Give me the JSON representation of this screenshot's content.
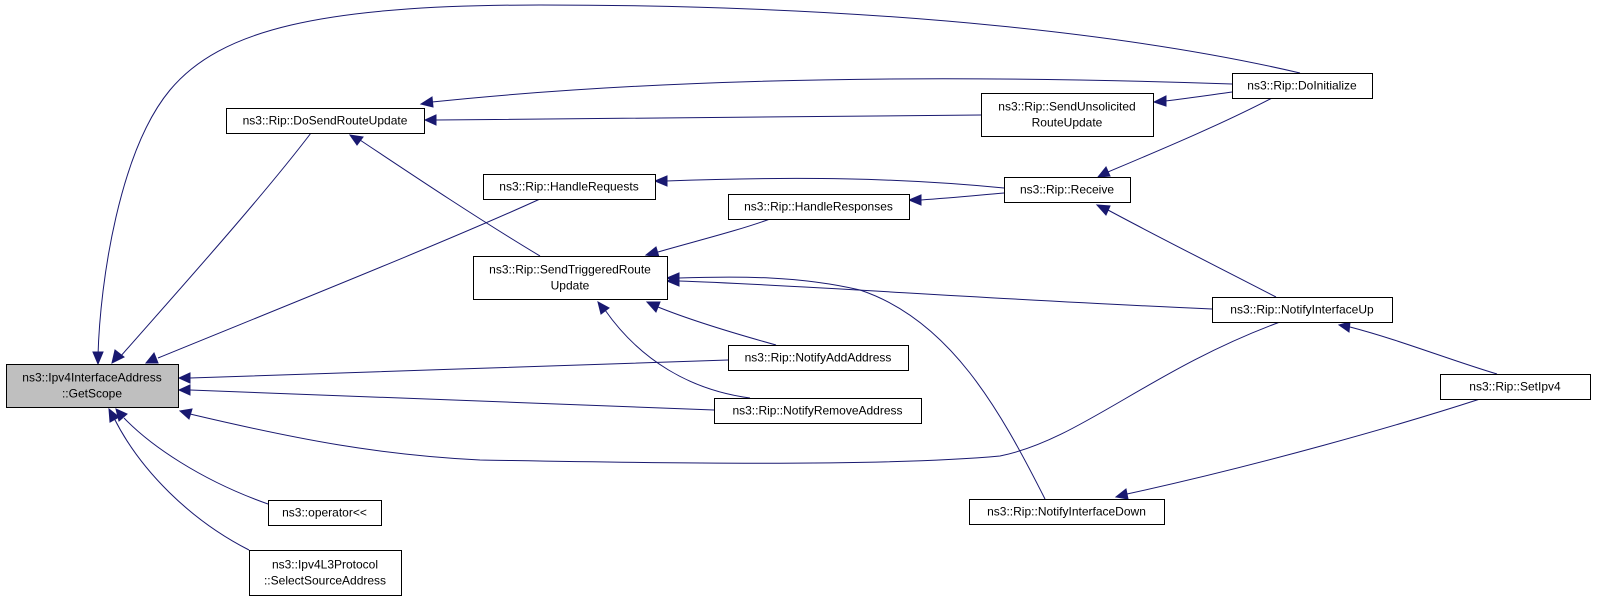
{
  "graph": {
    "colors": {
      "edge": "#191970",
      "focus_fill": "#bfbfbf",
      "node_fill": "#ffffff"
    },
    "nodes": [
      {
        "id": "getscope",
        "lines": [
          "ns3::Ipv4InterfaceAddress",
          "::GetScope"
        ],
        "focus": true
      },
      {
        "id": "dosend",
        "lines": [
          "ns3::Rip::DoSendRouteUpdate"
        ]
      },
      {
        "id": "handlereq",
        "lines": [
          "ns3::Rip::HandleRequests"
        ]
      },
      {
        "id": "sendtrig",
        "lines": [
          "ns3::Rip::SendTriggeredRoute",
          "Update"
        ]
      },
      {
        "id": "handleresp",
        "lines": [
          "ns3::Rip::HandleResponses"
        ]
      },
      {
        "id": "notifyadd",
        "lines": [
          "ns3::Rip::NotifyAddAddress"
        ]
      },
      {
        "id": "notifyremove",
        "lines": [
          "ns3::Rip::NotifyRemoveAddress"
        ]
      },
      {
        "id": "opshift",
        "lines": [
          "ns3::operator<<"
        ]
      },
      {
        "id": "selectsrc",
        "lines": [
          "ns3::Ipv4L3Protocol",
          "::SelectSourceAddress"
        ]
      },
      {
        "id": "sendunsol",
        "lines": [
          "ns3::Rip::SendUnsolicited",
          "RouteUpdate"
        ]
      },
      {
        "id": "receive",
        "lines": [
          "ns3::Rip::Receive"
        ]
      },
      {
        "id": "doinit",
        "lines": [
          "ns3::Rip::DoInitialize"
        ]
      },
      {
        "id": "ifup",
        "lines": [
          "ns3::Rip::NotifyInterfaceUp"
        ]
      },
      {
        "id": "ifdown",
        "lines": [
          "ns3::Rip::NotifyInterfaceDown"
        ]
      },
      {
        "id": "setipv4",
        "lines": [
          "ns3::Rip::SetIpv4"
        ]
      }
    ],
    "edges": [
      {
        "caller": "doinit",
        "callee": "getscope"
      },
      {
        "caller": "dosend",
        "callee": "getscope"
      },
      {
        "caller": "handlereq",
        "callee": "getscope"
      },
      {
        "caller": "notifyadd",
        "callee": "getscope"
      },
      {
        "caller": "notifyremove",
        "callee": "getscope"
      },
      {
        "caller": "ifup",
        "callee": "getscope"
      },
      {
        "caller": "opshift",
        "callee": "getscope"
      },
      {
        "caller": "selectsrc",
        "callee": "getscope"
      },
      {
        "caller": "doinit",
        "callee": "dosend"
      },
      {
        "caller": "sendunsol",
        "callee": "dosend"
      },
      {
        "caller": "sendtrig",
        "callee": "dosend"
      },
      {
        "caller": "doinit",
        "callee": "sendunsol"
      },
      {
        "caller": "receive",
        "callee": "handlereq"
      },
      {
        "caller": "receive",
        "callee": "handleresp"
      },
      {
        "caller": "doinit",
        "callee": "receive"
      },
      {
        "caller": "ifup",
        "callee": "receive"
      },
      {
        "caller": "handleresp",
        "callee": "sendtrig"
      },
      {
        "caller": "ifup",
        "callee": "sendtrig"
      },
      {
        "caller": "notifyadd",
        "callee": "sendtrig"
      },
      {
        "caller": "notifyremove",
        "callee": "sendtrig"
      },
      {
        "caller": "ifdown",
        "callee": "sendtrig"
      },
      {
        "caller": "setipv4",
        "callee": "ifup"
      },
      {
        "caller": "setipv4",
        "callee": "ifdown"
      }
    ]
  }
}
